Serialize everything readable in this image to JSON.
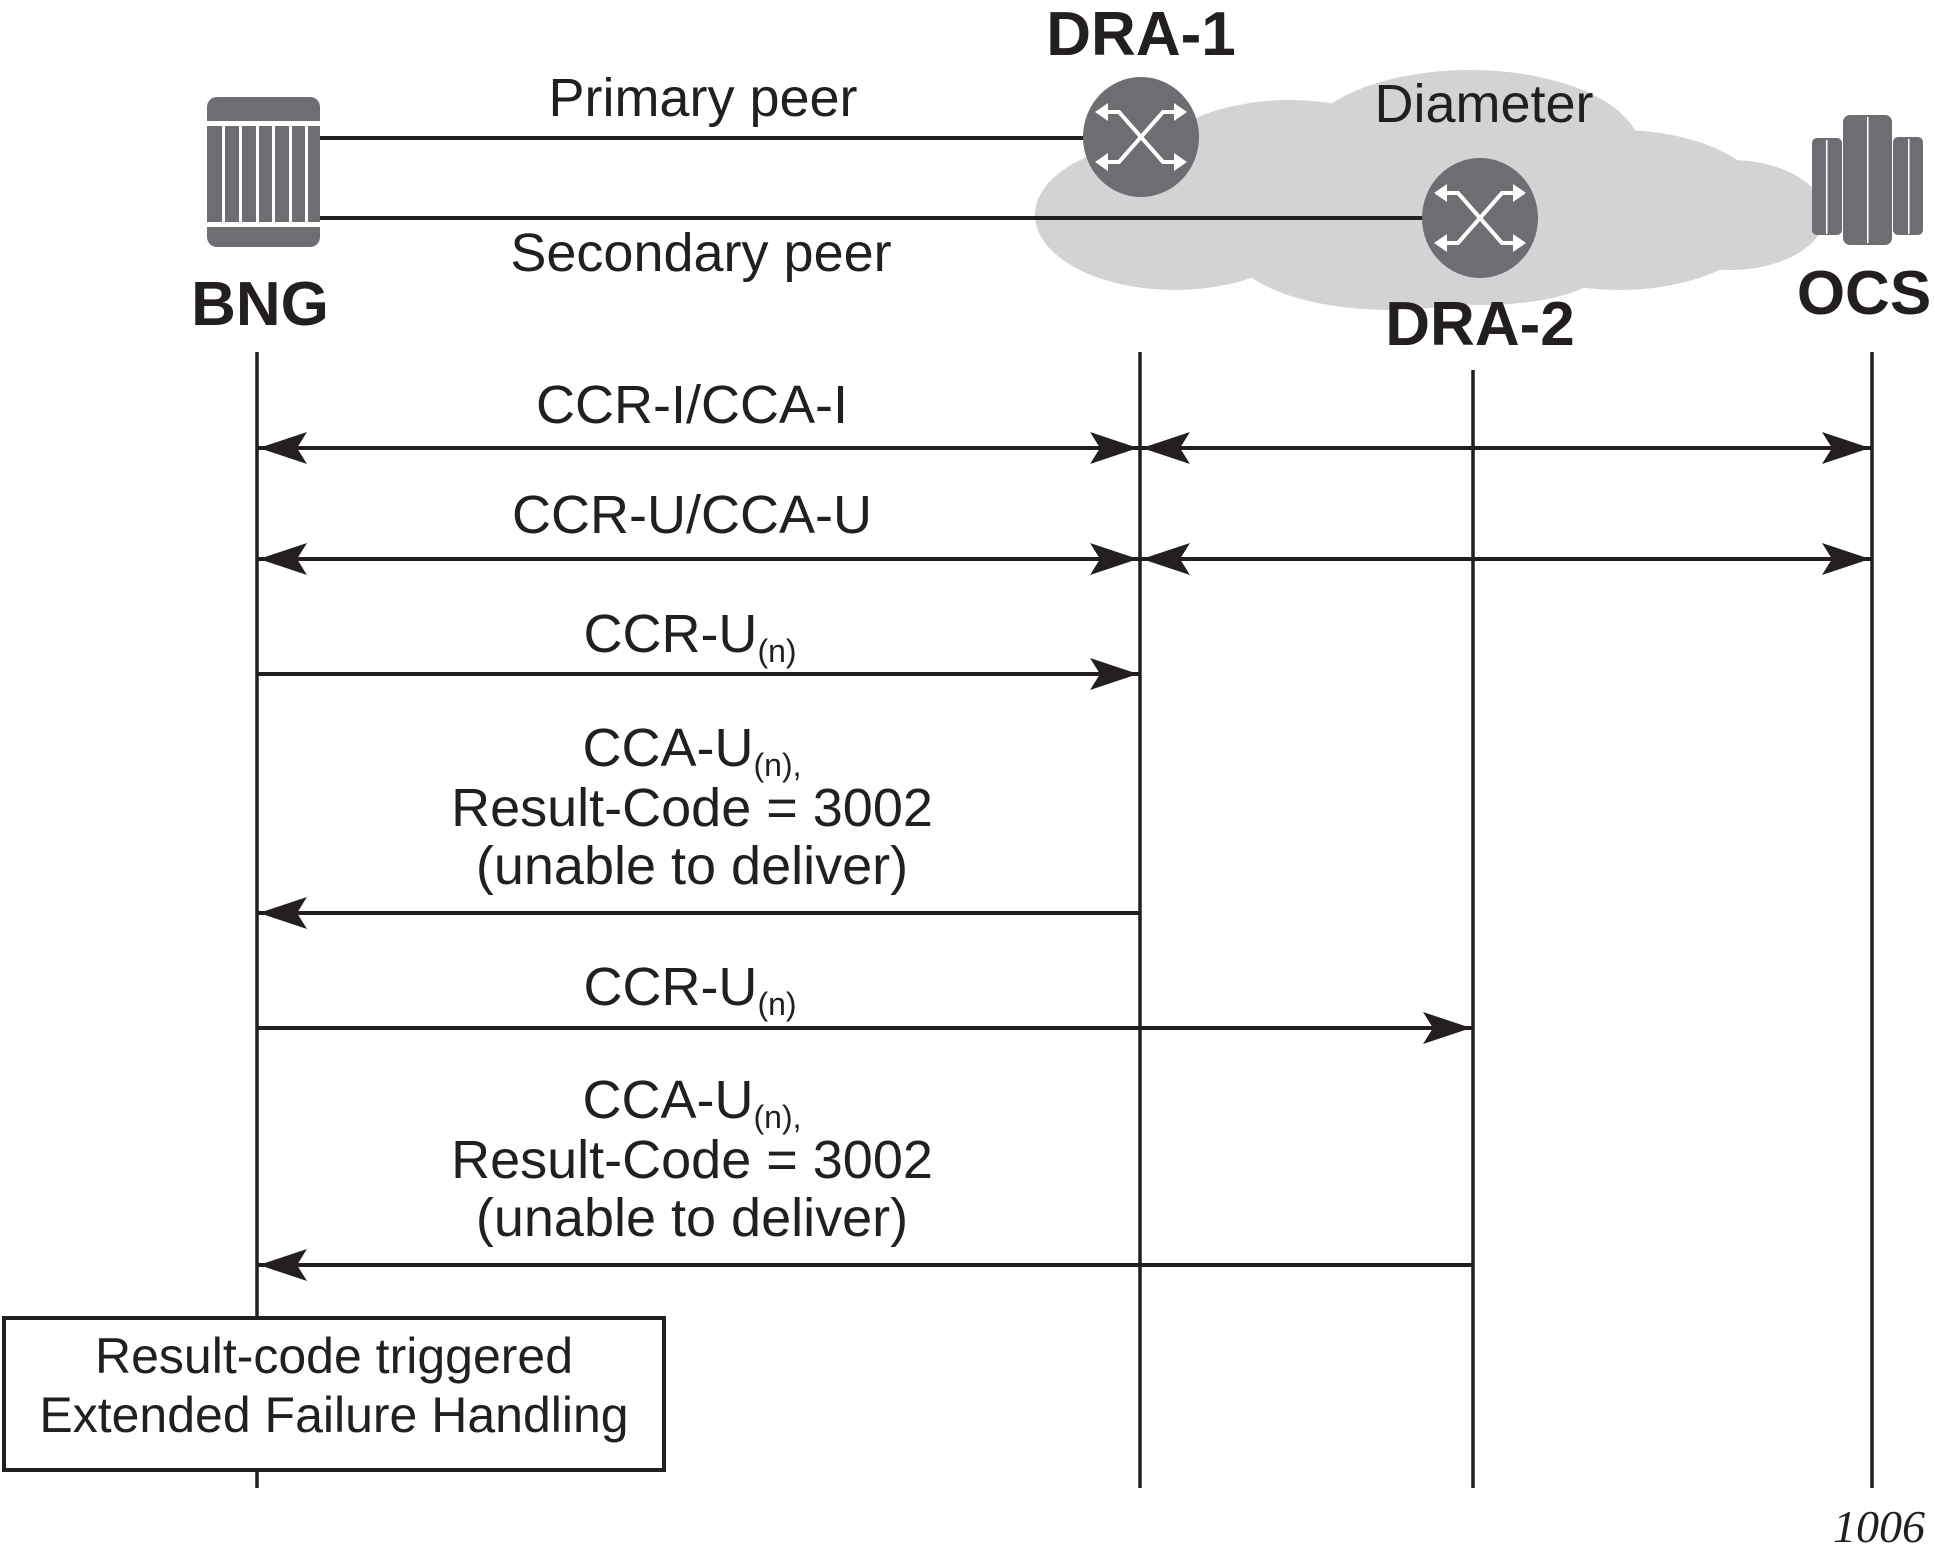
{
  "nodes": {
    "bng": "BNG",
    "dra1": "DRA-1",
    "dra2": "DRA-2",
    "ocs": "OCS"
  },
  "cloud_label": "Diameter",
  "peers": {
    "primary": "Primary peer",
    "secondary": "Secondary peer"
  },
  "messages": [
    {
      "id": "m1",
      "text": "CCR-I/CCA-I",
      "sub": "",
      "from": "bng",
      "to": "ocs",
      "direction": "bidirectional",
      "via": "dra1"
    },
    {
      "id": "m2",
      "text": "CCR-U/CCA-U",
      "sub": "",
      "from": "bng",
      "to": "ocs",
      "direction": "bidirectional",
      "via": "dra1"
    },
    {
      "id": "m3",
      "text": "CCR-U",
      "sub": "(n)",
      "from": "bng",
      "to": "dra1",
      "direction": "forward"
    },
    {
      "id": "m4",
      "lines": [
        "CCA-U",
        "Result-Code = 3002",
        "(unable to deliver)"
      ],
      "sub": "(n),",
      "from": "dra1",
      "to": "bng",
      "direction": "backward"
    },
    {
      "id": "m5",
      "text": "CCR-U",
      "sub": "(n)",
      "from": "bng",
      "to": "dra2",
      "direction": "forward"
    },
    {
      "id": "m6",
      "lines": [
        "CCA-U",
        "Result-Code = 3002",
        "(unable to deliver)"
      ],
      "sub": "(n),",
      "from": "dra2",
      "to": "bng",
      "direction": "backward"
    }
  ],
  "note": {
    "lines": [
      "Result-code triggered",
      "Extended Failure Handling"
    ]
  },
  "figure_number": "1006",
  "colors": {
    "ink": "#231f20",
    "device_gray": "#6d6e71",
    "cloud_gray": "#d1d3d4"
  }
}
